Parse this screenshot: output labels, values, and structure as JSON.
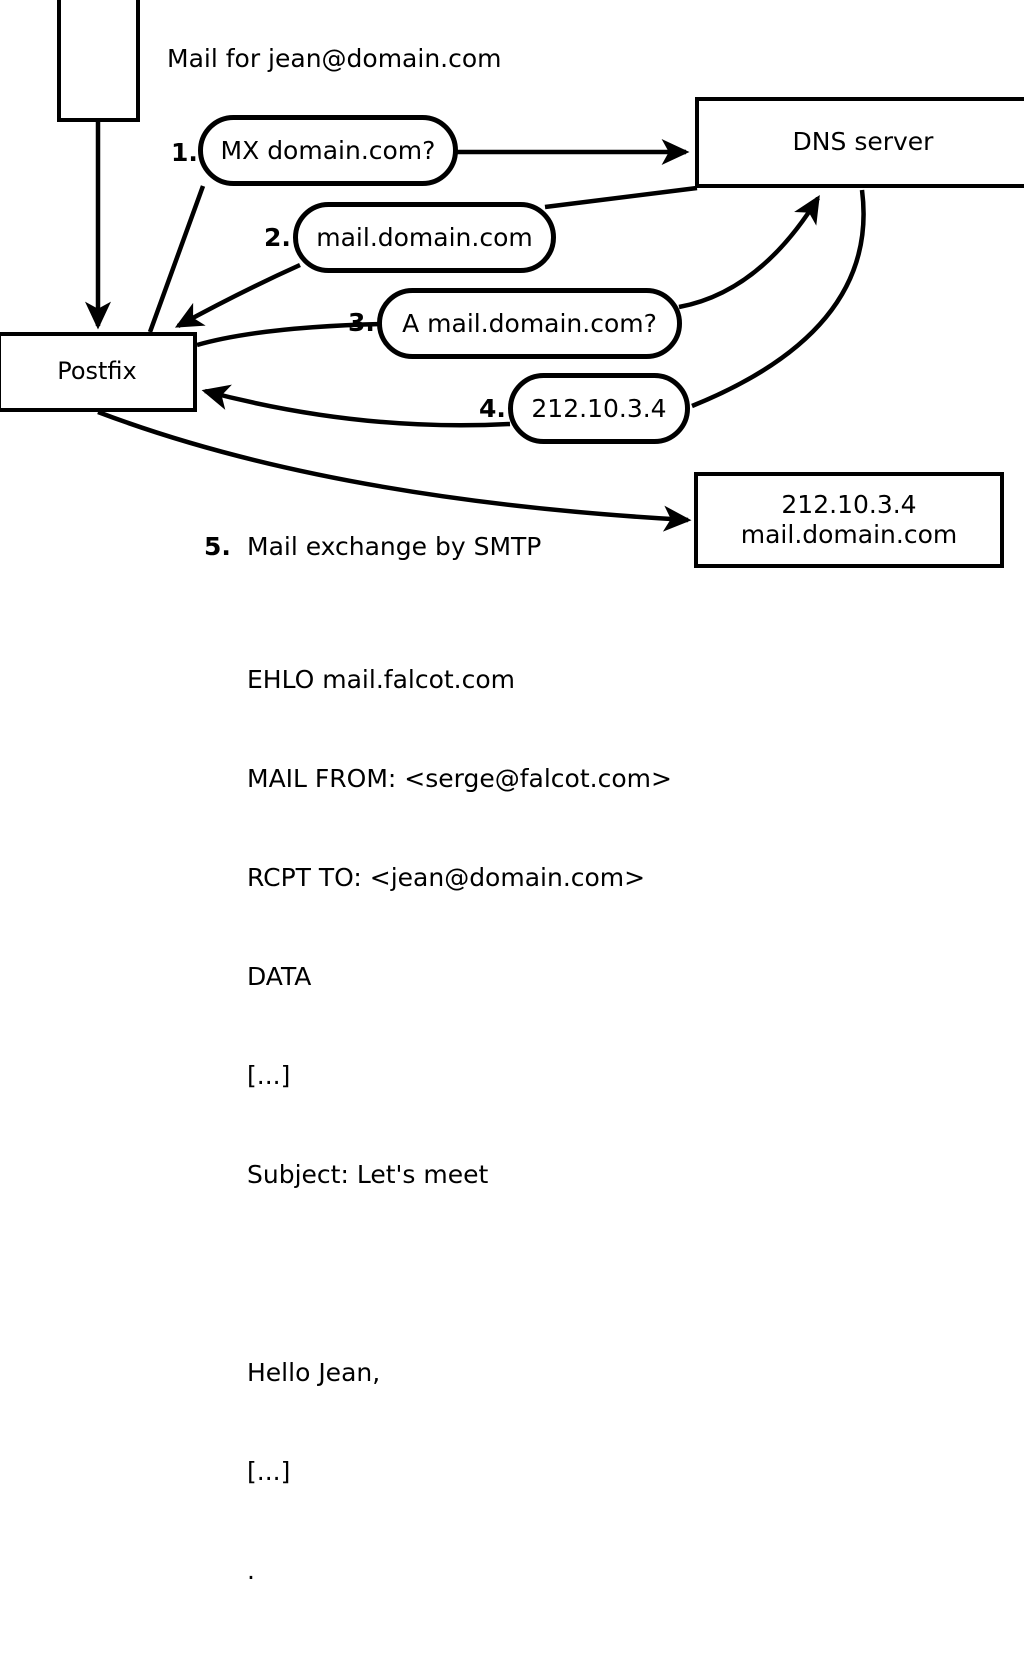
{
  "diagram": {
    "title_text": "Mail for jean@domain.com",
    "nodes": [
      {
        "id": "sender-host",
        "label": ""
      },
      {
        "id": "postfix",
        "label": "Postfix"
      },
      {
        "id": "dns-server",
        "label": "DNS server"
      },
      {
        "id": "target-mail-server",
        "line1": "212.10.3.4",
        "line2": "mail.domain.com"
      }
    ],
    "steps": [
      {
        "number": "1.",
        "label": "MX domain.com?"
      },
      {
        "number": "2.",
        "label": "mail.domain.com"
      },
      {
        "number": "3.",
        "label": "A mail.domain.com?"
      },
      {
        "number": "4.",
        "label": "212.10.3.4"
      },
      {
        "number": "5.",
        "label": "Mail exchange by SMTP"
      }
    ],
    "smtp_transcript": [
      "EHLO mail.falcot.com",
      "MAIL FROM: <serge@falcot.com>",
      "RCPT TO: <jean@domain.com>",
      "DATA",
      "[...]",
      "Subject: Let's meet",
      "",
      "Hello Jean,",
      "[...]",
      "."
    ],
    "colors": {
      "stroke": "#000000",
      "background": "#ffffff"
    }
  }
}
